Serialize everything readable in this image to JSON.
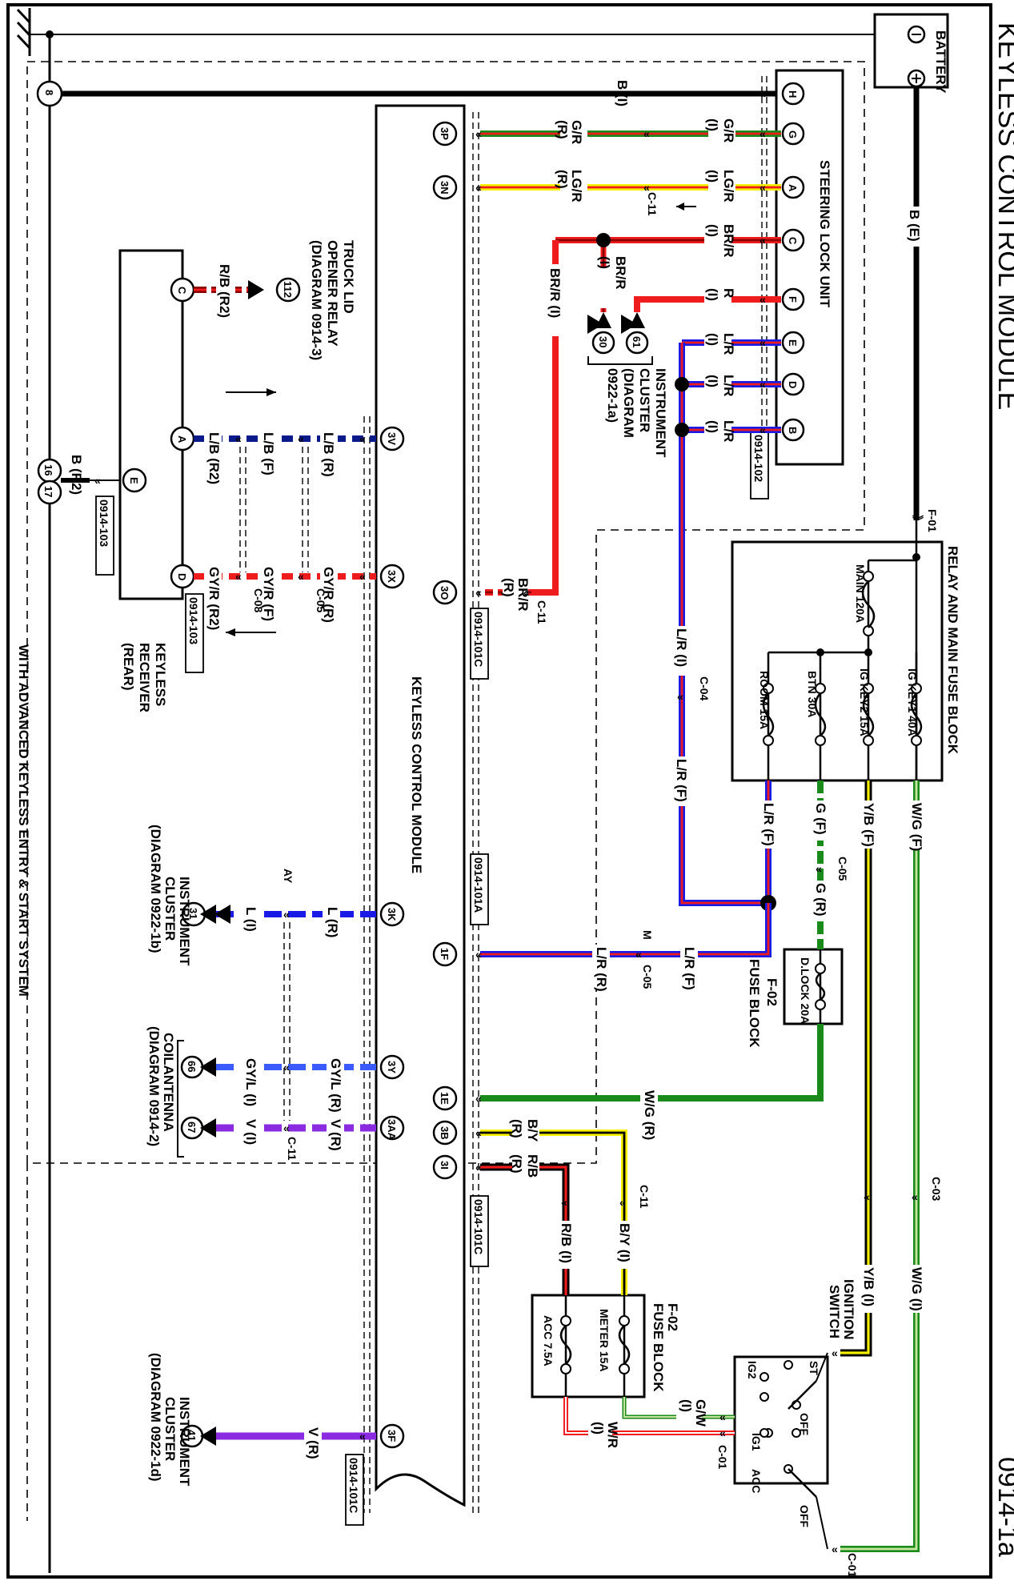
{
  "page": {
    "title": "KEYLESS CONTROL MODULE",
    "page_number": "0914-1a",
    "footer_note": "WITH ADVANCED KEYLESS ENTRY & START SYSTEM"
  },
  "components": {
    "battery": {
      "label": "BATTERY",
      "neg": "−",
      "pos": "+"
    },
    "steering_lock_unit": {
      "label": "STEERING LOCK UNIT",
      "ref": "0914-102",
      "pins": [
        "H",
        "G",
        "A",
        "C",
        "F",
        "E",
        "D",
        "B"
      ]
    },
    "relay_fuse_block": {
      "label": "RELAY AND MAIN FUSE BLOCK",
      "connector": "F-01",
      "fuses": [
        {
          "name": "MAIN 120A"
        },
        {
          "name": "IG KEY1 40A"
        },
        {
          "name": "IG KEY2 15A"
        },
        {
          "name": "BTN 30A"
        },
        {
          "name": "ROOM  15A"
        }
      ]
    },
    "fuse_block_f02_top": {
      "id": "F-02",
      "label": "FUSE BLOCK",
      "fuse": "D.LOCK 20A"
    },
    "fuse_block_f02_bottom": {
      "id": "F-02",
      "label": "FUSE BLOCK",
      "fuses": [
        "METER 15A",
        "ACC 7.5A"
      ]
    },
    "ignition_switch": {
      "label1": "IGNITION",
      "label2": "SWITCH",
      "positions": [
        "ST",
        "IG2",
        "OFF",
        "IG1",
        "ACC",
        "OFF"
      ],
      "connector": "C-01"
    },
    "keyless_control_module": {
      "label": "KEYLESS CONTROL MODULE",
      "refs": [
        "0914-101C",
        "0914-101A",
        "0914-101C",
        "0914-101C"
      ],
      "pins": [
        "3P",
        "3N",
        "3V",
        "3X",
        "3O",
        "3K",
        "1F",
        "3Y",
        "1E",
        "3B",
        "3AA",
        "3I",
        "3F"
      ]
    },
    "keyless_receiver": {
      "label1": "KEYLESS",
      "label2": "RECEIVER",
      "label3": "(REAR)",
      "ref1": "0914-103",
      "ref2": "0914-103",
      "pins": [
        "C",
        "A",
        "E",
        "D"
      ]
    },
    "truck_lid": {
      "line1": "TRUCK LID",
      "line2": "OPENER RELAY",
      "line3": "(DIAGRAM 0914-3)",
      "pin": "112"
    },
    "instrument_cluster_a": {
      "line1": "INSTRUMENT",
      "line2": "CLUSTER",
      "line3": "(DIAGRAM",
      "line4": "0922-1a)",
      "pins": [
        "30",
        "61"
      ]
    },
    "instrument_cluster_b": {
      "line1": "INSTRUMENT",
      "line2": "CLUSTER",
      "line3": "(DIAGRAM 0922-1b)",
      "pin": "31"
    },
    "coil_antenna": {
      "line1": "COILANTENNA",
      "line2": "(DIAGRAM 0914-2)",
      "pins": [
        "66",
        "67"
      ]
    },
    "instrument_cluster_d": {
      "line1": "INSTRUMENT",
      "line2": "CLUSTER",
      "line3": "(DIAGRAM 0922-1d)",
      "pin": "41"
    },
    "ground_nodes": [
      "8",
      "16",
      "17"
    ]
  },
  "wires": {
    "battery_b": "B (E)",
    "h_b": "B (I)",
    "g_gr_i": "G/R",
    "g_gr_i2": "(I)",
    "g_gr_r": "G/R",
    "g_gr_r2": "(R)",
    "a_lgr_i": "LG/R",
    "a_lgr_i2": "(I)",
    "a_lgr_r": "LG/R",
    "a_lgr_r2": "(R)",
    "c_brr": "BR/R",
    "c_brr2": "(I)",
    "f_r": "R",
    "f_r2": "(I)",
    "e_lr": "L/R",
    "d_lr": "L/R",
    "b_lr": "L/R",
    "lr_i": "(I)",
    "brr_i_a": "BR/R",
    "brr_i_a2": "(I)",
    "brr_i_b": "BR/R (I)",
    "brr_r": "BR/R",
    "brr_r2": "(R)",
    "lr_i_c04": "L/R (I)",
    "lr_f_c04": "L/R (F)",
    "wg_f": "W/G (F)",
    "yb_f": "Y/B (F)",
    "g_f": "G (F)",
    "lr_f": "L/R (F)",
    "g_r": "G (R)",
    "lr_f2": "L/R (F)",
    "lr_r": "L/R (R)",
    "m": "M",
    "wg_r": "W/G (R)",
    "by_r": "B/Y",
    "by_r2": "(R)",
    "rb_r": "R/B",
    "rb_r2": "(R)",
    "by_i": "B/Y (I)",
    "rb_i": "R/B (I)",
    "yb_i": "Y/B (I)",
    "wg_i": "W/G (I)",
    "gw_i": "G/W",
    "gw_i2": "(I)",
    "wr_i": "W/R",
    "wr_i2": "(I)",
    "rb_r2_truck": "R/B (R2)",
    "lb_r": "L/B (R)",
    "lb_f": "L/B (F)",
    "lb_r2": "L/B (R2)",
    "gyr_r": "GY/R (R)",
    "gyr_f": "GY/R (F)",
    "gyr_r2": "GY/R (R2)",
    "b_r2": "B (R2)",
    "l_r": "L (R)",
    "l_i": "L (I)",
    "ay": "AY",
    "gyl_r": "GY/L (R)",
    "gyl_i": "GY/L (I)",
    "v_r": "V (R)",
    "v_i": "V (I)",
    "v_r_41": "V (R)"
  },
  "connectors": {
    "c11": "C-11",
    "c04": "C-04",
    "c05": "C-05",
    "c08": "C-08",
    "c03": "C-03",
    "c01": "C-01",
    "f01": "F-01"
  },
  "colors": {
    "red": "#ee1c1c",
    "green": "#1a8a1a",
    "blue": "#1a1ae6",
    "darkblue": "#0a1a8a",
    "yellow": "#f5f000",
    "violet": "#8a2be2",
    "lightgreen": "#c8e6a0",
    "black": "#000000",
    "darkred": "#8b0000",
    "lightblue": "#3b5bff"
  }
}
